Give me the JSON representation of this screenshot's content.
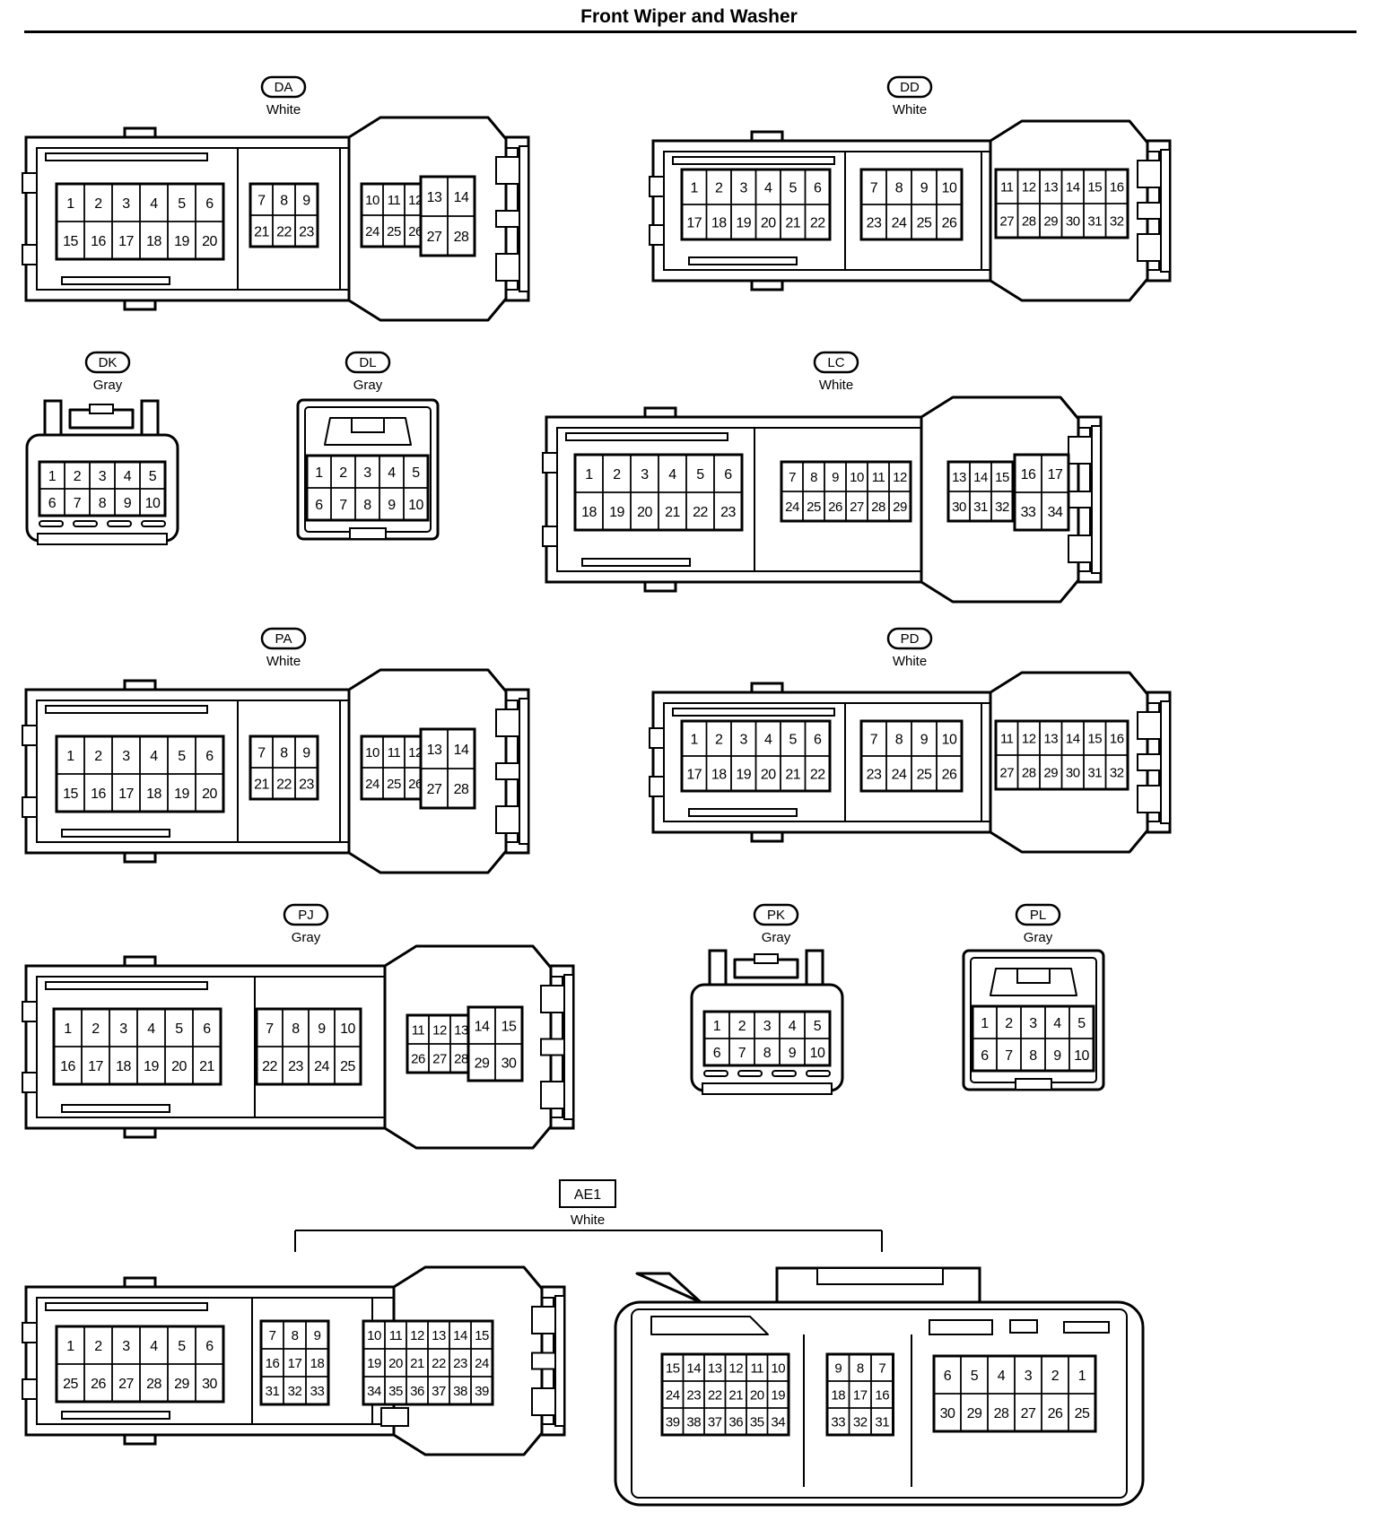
{
  "title": "Front Wiper and Washer",
  "connectors": [
    {
      "id": "DA",
      "color": "White",
      "kind": "wide",
      "blocks": [
        {
          "rows": [
            [
              "1",
              "2",
              "3",
              "4",
              "5",
              "6"
            ],
            [
              "15",
              "16",
              "17",
              "18",
              "19",
              "20"
            ]
          ]
        },
        {
          "rows": [
            [
              "7",
              "8",
              "9"
            ],
            [
              "21",
              "22",
              "23"
            ]
          ]
        },
        {
          "rows": [
            [
              "10",
              "11",
              "12"
            ],
            [
              "24",
              "25",
              "26"
            ]
          ]
        },
        {
          "rows": [
            [
              "13",
              "14"
            ],
            [
              "27",
              "28"
            ]
          ]
        }
      ]
    },
    {
      "id": "DD",
      "color": "White",
      "kind": "wide",
      "blocks": [
        {
          "rows": [
            [
              "1",
              "2",
              "3",
              "4",
              "5",
              "6"
            ],
            [
              "17",
              "18",
              "19",
              "20",
              "21",
              "22"
            ]
          ]
        },
        {
          "rows": [
            [
              "7",
              "8",
              "9",
              "10"
            ],
            [
              "23",
              "24",
              "25",
              "26"
            ]
          ]
        },
        {
          "rows": [
            [
              "11",
              "12",
              "13",
              "14",
              "15",
              "16"
            ],
            [
              "27",
              "28",
              "29",
              "30",
              "31",
              "32"
            ]
          ]
        }
      ]
    },
    {
      "id": "DK",
      "color": "Gray",
      "kind": "latch",
      "blocks": [
        {
          "rows": [
            [
              "1",
              "2",
              "3",
              "4",
              "5"
            ],
            [
              "6",
              "7",
              "8",
              "9",
              "10"
            ]
          ]
        }
      ]
    },
    {
      "id": "DL",
      "color": "Gray",
      "kind": "box",
      "blocks": [
        {
          "rows": [
            [
              "1",
              "2",
              "3",
              "4",
              "5"
            ],
            [
              "6",
              "7",
              "8",
              "9",
              "10"
            ]
          ]
        }
      ]
    },
    {
      "id": "LC",
      "color": "White",
      "kind": "wide",
      "blocks": [
        {
          "rows": [
            [
              "1",
              "2",
              "3",
              "4",
              "5",
              "6"
            ],
            [
              "18",
              "19",
              "20",
              "21",
              "22",
              "23"
            ]
          ]
        },
        {
          "rows": [
            [
              "7",
              "8",
              "9",
              "10",
              "11",
              "12"
            ],
            [
              "24",
              "25",
              "26",
              "27",
              "28",
              "29"
            ]
          ]
        },
        {
          "rows": [
            [
              "13",
              "14",
              "15"
            ],
            [
              "30",
              "31",
              "32"
            ]
          ]
        },
        {
          "rows": [
            [
              "16",
              "17"
            ],
            [
              "33",
              "34"
            ]
          ]
        }
      ]
    },
    {
      "id": "PA",
      "color": "White",
      "kind": "wide",
      "blocks": [
        {
          "rows": [
            [
              "1",
              "2",
              "3",
              "4",
              "5",
              "6"
            ],
            [
              "15",
              "16",
              "17",
              "18",
              "19",
              "20"
            ]
          ]
        },
        {
          "rows": [
            [
              "7",
              "8",
              "9"
            ],
            [
              "21",
              "22",
              "23"
            ]
          ]
        },
        {
          "rows": [
            [
              "10",
              "11",
              "12"
            ],
            [
              "24",
              "25",
              "26"
            ]
          ]
        },
        {
          "rows": [
            [
              "13",
              "14"
            ],
            [
              "27",
              "28"
            ]
          ]
        }
      ]
    },
    {
      "id": "PD",
      "color": "White",
      "kind": "wide",
      "blocks": [
        {
          "rows": [
            [
              "1",
              "2",
              "3",
              "4",
              "5",
              "6"
            ],
            [
              "17",
              "18",
              "19",
              "20",
              "21",
              "22"
            ]
          ]
        },
        {
          "rows": [
            [
              "7",
              "8",
              "9",
              "10"
            ],
            [
              "23",
              "24",
              "25",
              "26"
            ]
          ]
        },
        {
          "rows": [
            [
              "11",
              "12",
              "13",
              "14",
              "15",
              "16"
            ],
            [
              "27",
              "28",
              "29",
              "30",
              "31",
              "32"
            ]
          ]
        }
      ]
    },
    {
      "id": "PJ",
      "color": "Gray",
      "kind": "wide",
      "blocks": [
        {
          "rows": [
            [
              "1",
              "2",
              "3",
              "4",
              "5",
              "6"
            ],
            [
              "16",
              "17",
              "18",
              "19",
              "20",
              "21"
            ]
          ]
        },
        {
          "rows": [
            [
              "7",
              "8",
              "9",
              "10"
            ],
            [
              "22",
              "23",
              "24",
              "25"
            ]
          ]
        },
        {
          "rows": [
            [
              "11",
              "12",
              "13"
            ],
            [
              "26",
              "27",
              "28"
            ]
          ]
        },
        {
          "rows": [
            [
              "14",
              "15"
            ],
            [
              "29",
              "30"
            ]
          ]
        }
      ]
    },
    {
      "id": "PK",
      "color": "Gray",
      "kind": "latch",
      "blocks": [
        {
          "rows": [
            [
              "1",
              "2",
              "3",
              "4",
              "5"
            ],
            [
              "6",
              "7",
              "8",
              "9",
              "10"
            ]
          ]
        }
      ]
    },
    {
      "id": "PL",
      "color": "Gray",
      "kind": "box",
      "blocks": [
        {
          "rows": [
            [
              "1",
              "2",
              "3",
              "4",
              "5"
            ],
            [
              "6",
              "7",
              "8",
              "9",
              "10"
            ]
          ]
        }
      ]
    },
    {
      "id": "AE1",
      "color": "White",
      "kind": "wide-pair",
      "blocks": [
        {
          "rows": [
            [
              "1",
              "2",
              "3",
              "4",
              "5",
              "6"
            ],
            [
              "25",
              "26",
              "27",
              "28",
              "29",
              "30"
            ]
          ]
        },
        {
          "rows": [
            [
              "7",
              "8",
              "9"
            ],
            [
              "16",
              "17",
              "18"
            ],
            [
              "31",
              "32",
              "33"
            ]
          ]
        },
        {
          "rows": [
            [
              "10",
              "11",
              "12",
              "13",
              "14",
              "15"
            ],
            [
              "19",
              "20",
              "21",
              "22",
              "23",
              "24"
            ],
            [
              "34",
              "35",
              "36",
              "37",
              "38",
              "39"
            ]
          ]
        },
        {
          "rows": [
            [
              "15",
              "14",
              "13",
              "12",
              "11",
              "10"
            ],
            [
              "24",
              "23",
              "22",
              "21",
              "20",
              "19"
            ],
            [
              "39",
              "38",
              "37",
              "36",
              "35",
              "34"
            ]
          ]
        },
        {
          "rows": [
            [
              "9",
              "8",
              "7"
            ],
            [
              "18",
              "17",
              "16"
            ],
            [
              "33",
              "32",
              "31"
            ]
          ]
        },
        {
          "rows": [
            [
              "6",
              "5",
              "4",
              "3",
              "2",
              "1"
            ],
            [
              "30",
              "29",
              "28",
              "27",
              "26",
              "25"
            ]
          ]
        }
      ]
    }
  ]
}
